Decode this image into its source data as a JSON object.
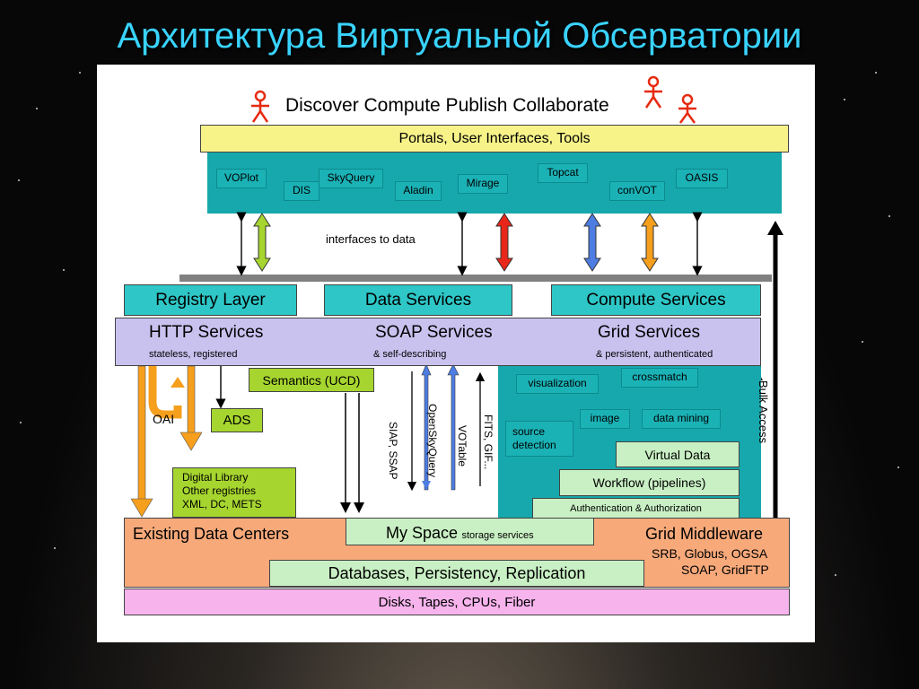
{
  "slide": {
    "title": "Архитектура Виртуальной Обсерватории"
  },
  "diagram": {
    "top_caption": "Discover Compute Publish Collaborate",
    "portals_bar": "Portals, User Interfaces, Tools",
    "tools": [
      "VOPlot",
      "DIS",
      "SkyQuery",
      "Aladin",
      "Mirage",
      "Topcat",
      "conVOT",
      "OASIS"
    ],
    "interfaces_label": "interfaces to data",
    "layers": {
      "registry": "Registry Layer",
      "data_services": "Data Services",
      "compute_services": "Compute Services"
    },
    "protocols": {
      "http": "HTTP Services",
      "http_sub": "stateless, registered",
      "soap": "SOAP Services",
      "soap_sub": "&  self-describing",
      "grid": "Grid Services",
      "grid_sub": "& persistent, authenticated"
    },
    "semantics": "Semantics (UCD)",
    "oai": "OAI",
    "ads": "ADS",
    "digital_library": [
      "Digital Library",
      "Other registries",
      "XML, DC, METS"
    ],
    "vertical_labels": {
      "siap": "SIAP, SSAP",
      "opensky": "OpenSkyQuery",
      "votable": "VOTable",
      "fits": "FITS, GIF...",
      "bulk": "Bulk Access"
    },
    "compute_items": [
      "visualization",
      "crossmatch",
      "image",
      "data mining",
      "source detection"
    ],
    "stair": {
      "virtual_data": "Virtual Data",
      "workflow": "Workflow (pipelines)",
      "auth": "Authentication & Authorization"
    },
    "bottom": {
      "existing": "Existing Data Centers",
      "myspace": "My Space",
      "myspace_sub": "storage services",
      "grid_mw": "Grid Middleware",
      "grid_mw_sub1": "SRB, Globus, OGSA",
      "grid_mw_sub2": "SOAP, GridFTP",
      "databases": "Databases, Persistency, Replication",
      "disks": "Disks, Tapes, CPUs, Fiber"
    },
    "colors": {
      "teal": "#16a8ac",
      "yellow": "#f7f389",
      "lavender": "#c9c2ef",
      "peach": "#f7a97a",
      "light_green": "#c9f0c4",
      "olive_green": "#a6d52f",
      "pink": "#f6b3ec",
      "orange": "#f59f1d",
      "red": "#e8271a",
      "blue": "#4d7de3"
    }
  }
}
